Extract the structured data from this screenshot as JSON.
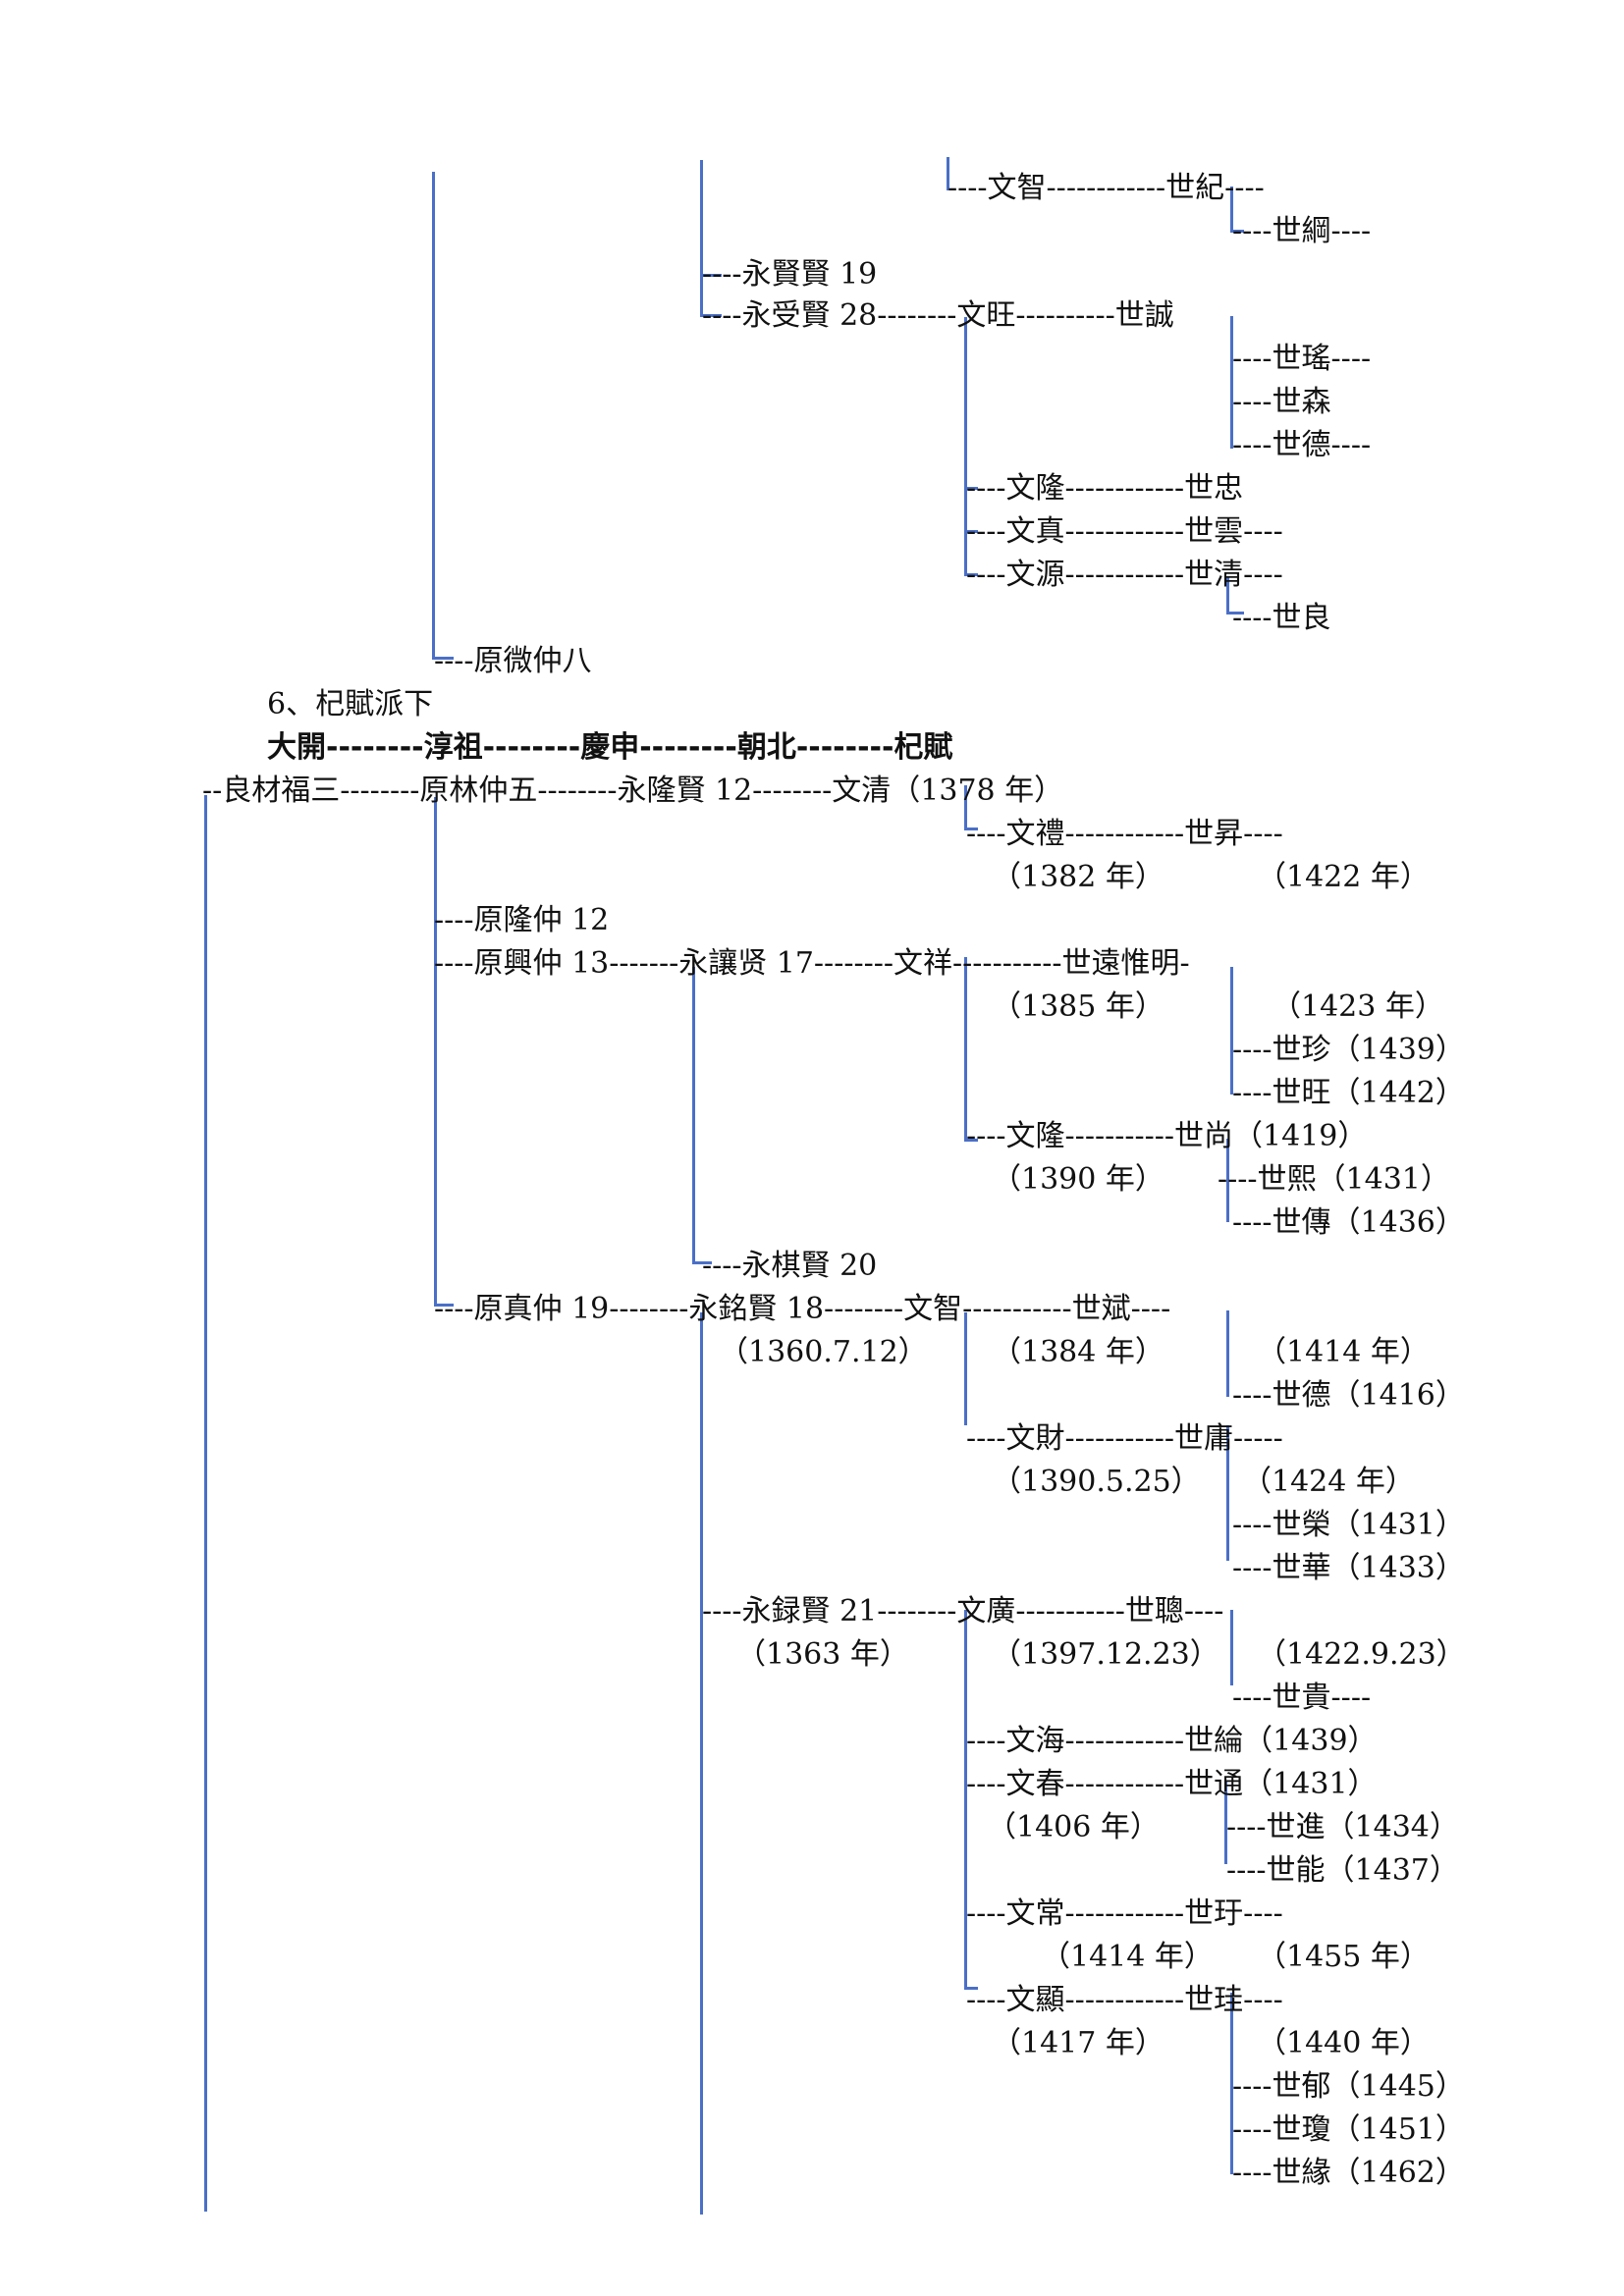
{
  "section_title": "6、杞賦派下",
  "lineage_row": "大開--------淳祖--------慶申--------朝北--------杞賦",
  "lines": [
    "----文智------------世紀----",
    "----世綱----",
    "----永賢賢 19",
    "----永受賢 28--------文旺----------世誠",
    "----世瑤----",
    "----世森",
    "----世德----",
    "----文隆------------世忠",
    "----文真------------世雲----",
    "----文源------------世清----",
    "----世良",
    "----原微仲八",
    "--良材福三--------原林仲五--------永隆賢 12--------文清（1378 年）",
    "----文禮------------世昇----",
    "（1382 年）",
    "（1422 年）",
    "----原隆仲 12",
    "----原興仲 13-------永讓贤 17--------文祥-----------世遠惟明-",
    "（1385 年）",
    "（1423 年）",
    "----世珍（1439）",
    "----世旺（1442）",
    "----文隆-----------世尚（1419）",
    "（1390 年）",
    "----世熙（1431）",
    "----世傳（1436）",
    "----永棋賢 20",
    "----原真仲 19--------永銘賢 18--------文智-----------世斌----",
    "（1360.7.12）",
    "（1384 年）",
    "（1414 年）",
    "----世德（1416）",
    "----文財-----------世庸-----",
    "（1390.5.25）",
    "（1424 年）",
    "----世榮（1431）",
    "----世華（1433）",
    "----永録賢 21--------文廣-----------世聰----",
    "（1363 年）",
    "（1397.12.23）",
    "（1422.9.23）",
    "----世貴----",
    "----文海------------世綸（1439）",
    "----文春------------世通（1431）",
    "（1406 年）",
    "----世進（1434）",
    "----世能（1437）",
    "----文常------------世玗----",
    "（1414 年）",
    "（1455 年）",
    "----文顯------------世珪----",
    "（1417 年）",
    "（1440 年）",
    "----世郁（1445）",
    "----世瓊（1451）",
    "----世緣（1462）"
  ]
}
